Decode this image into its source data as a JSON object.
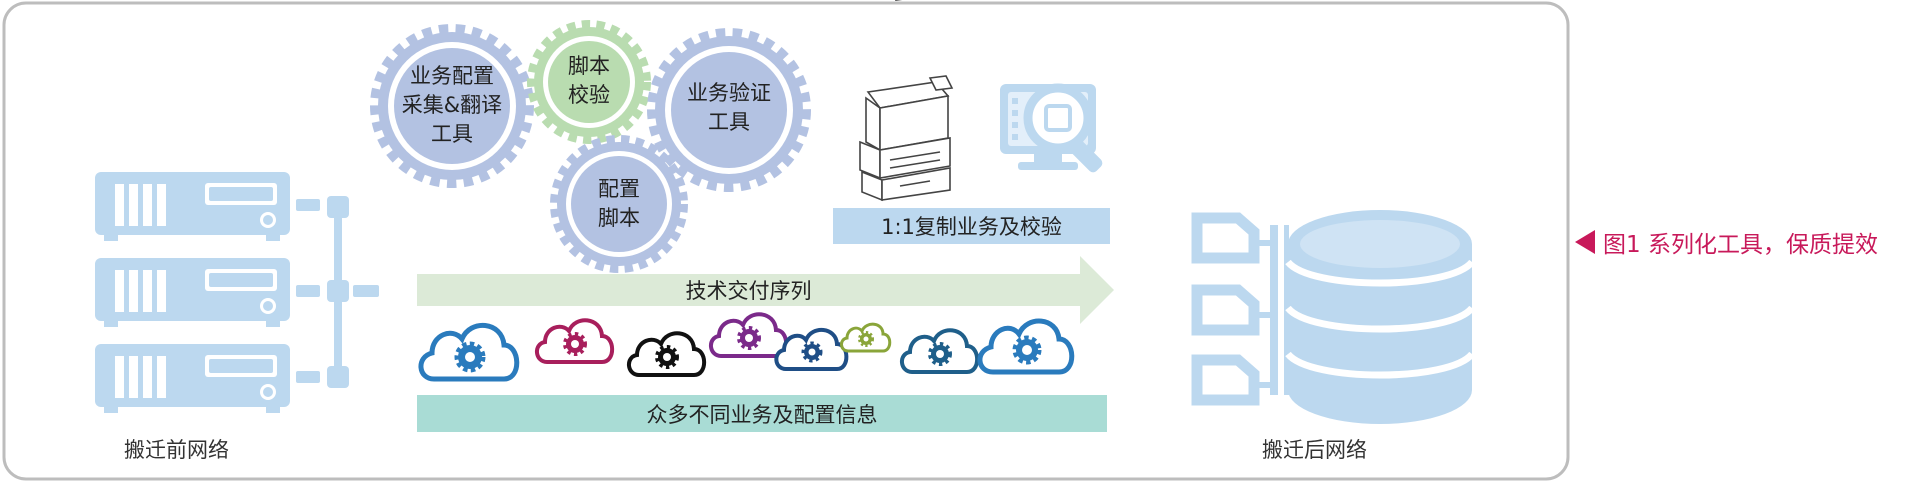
{
  "colors": {
    "frame": "#bdbdbd",
    "light_blue": "#bcd8ef",
    "gear_blue": "#b3c2e2",
    "gear_green": "#b9dcb0",
    "arrow_green": "#dcead7",
    "bar_teal": "#a9dcd5",
    "caption": "#c8195a"
  },
  "left_label": "搬迁前网络",
  "right_label": "搬迁后网络",
  "gears": {
    "g1": [
      "业务配置",
      "采集&翻译",
      "工具"
    ],
    "g2": [
      "脚本",
      "校验"
    ],
    "g3": [
      "业务验证",
      "工具"
    ],
    "g4": [
      "配置",
      "脚本"
    ]
  },
  "copy_bar": "1:1复制业务及校验",
  "arrow_label": "技术交付序列",
  "info_bar": "众多不同业务及配置信息",
  "caption": "图1  系列化工具，保质提效",
  "icons": [
    "server-rack-icon",
    "gear-icon",
    "printer-icon",
    "monitor-search-icon",
    "cloud-gear-icon",
    "database-icon"
  ]
}
